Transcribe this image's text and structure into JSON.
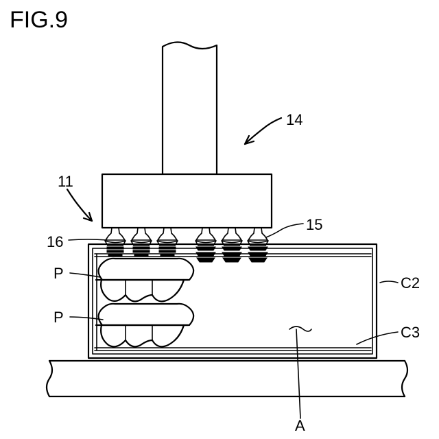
{
  "figure": {
    "title": "FIG.9",
    "labels": {
      "robot": "14",
      "hand": "11",
      "suction_right": "15",
      "suction_left": "16",
      "pack_top": "P",
      "pack_bottom": "P",
      "outer_case": "C2",
      "inner_case": "C3",
      "region": "A"
    }
  }
}
